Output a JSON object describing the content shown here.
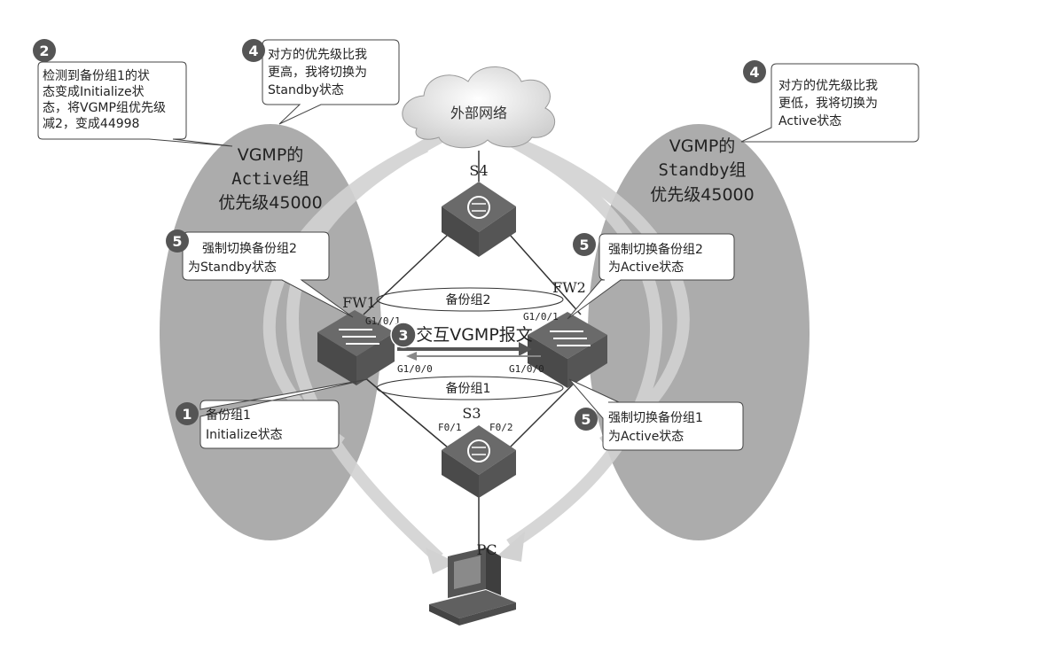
{
  "colors": {
    "oval": "#a8a8a8",
    "dark": "#4a4a4a",
    "flow": "#c8c8c8",
    "badge": "#555555"
  },
  "left_group": {
    "line1": "VGMP的",
    "line2": "Active组",
    "line3": "优先级45000"
  },
  "right_group": {
    "line1": "VGMP的",
    "line2": "Standby组",
    "line3": "优先级45000"
  },
  "cloud_label": "外部网络",
  "devices": {
    "s4": "S4",
    "s3": "S3",
    "fw1": "FW1",
    "fw2": "FW2",
    "pc": "PC"
  },
  "ports": {
    "fw1_up": "G1/0/1",
    "fw1_down": "G1/0/0",
    "fw2_up": "G1/0/1",
    "fw2_down": "G1/0/0",
    "s3_left": "F0/1",
    "s3_right": "F0/2"
  },
  "groups": {
    "group2": "备份组2",
    "group1": "备份组1"
  },
  "exchange_label": "交互VGMP报文",
  "callouts": {
    "c2": {
      "num": "2",
      "lines": [
        "检测到备份组1的状",
        "态变成Initialize状",
        "态，将VGMP组优先级",
        "减2，变成44998"
      ]
    },
    "c4a": {
      "num": "4",
      "lines": [
        "对方的优先级比我",
        "更高，我将切换为",
        "Standby状态"
      ]
    },
    "c4b": {
      "num": "4",
      "lines": [
        "对方的优先级比我",
        "更低，我将切换为",
        "Active状态"
      ]
    },
    "c5a": {
      "num": "5",
      "lines": [
        "强制切换备份组2",
        "为Standby状态"
      ]
    },
    "c5b": {
      "num": "5",
      "lines": [
        "强制切换备份组2",
        "为Active状态"
      ]
    },
    "c1": {
      "num": "1",
      "lines": [
        "备份组1",
        "Initialize状态"
      ]
    },
    "c5c": {
      "num": "5",
      "lines": [
        "强制切换备份组1",
        "为Active状态"
      ]
    },
    "c3": {
      "num": "3"
    }
  }
}
